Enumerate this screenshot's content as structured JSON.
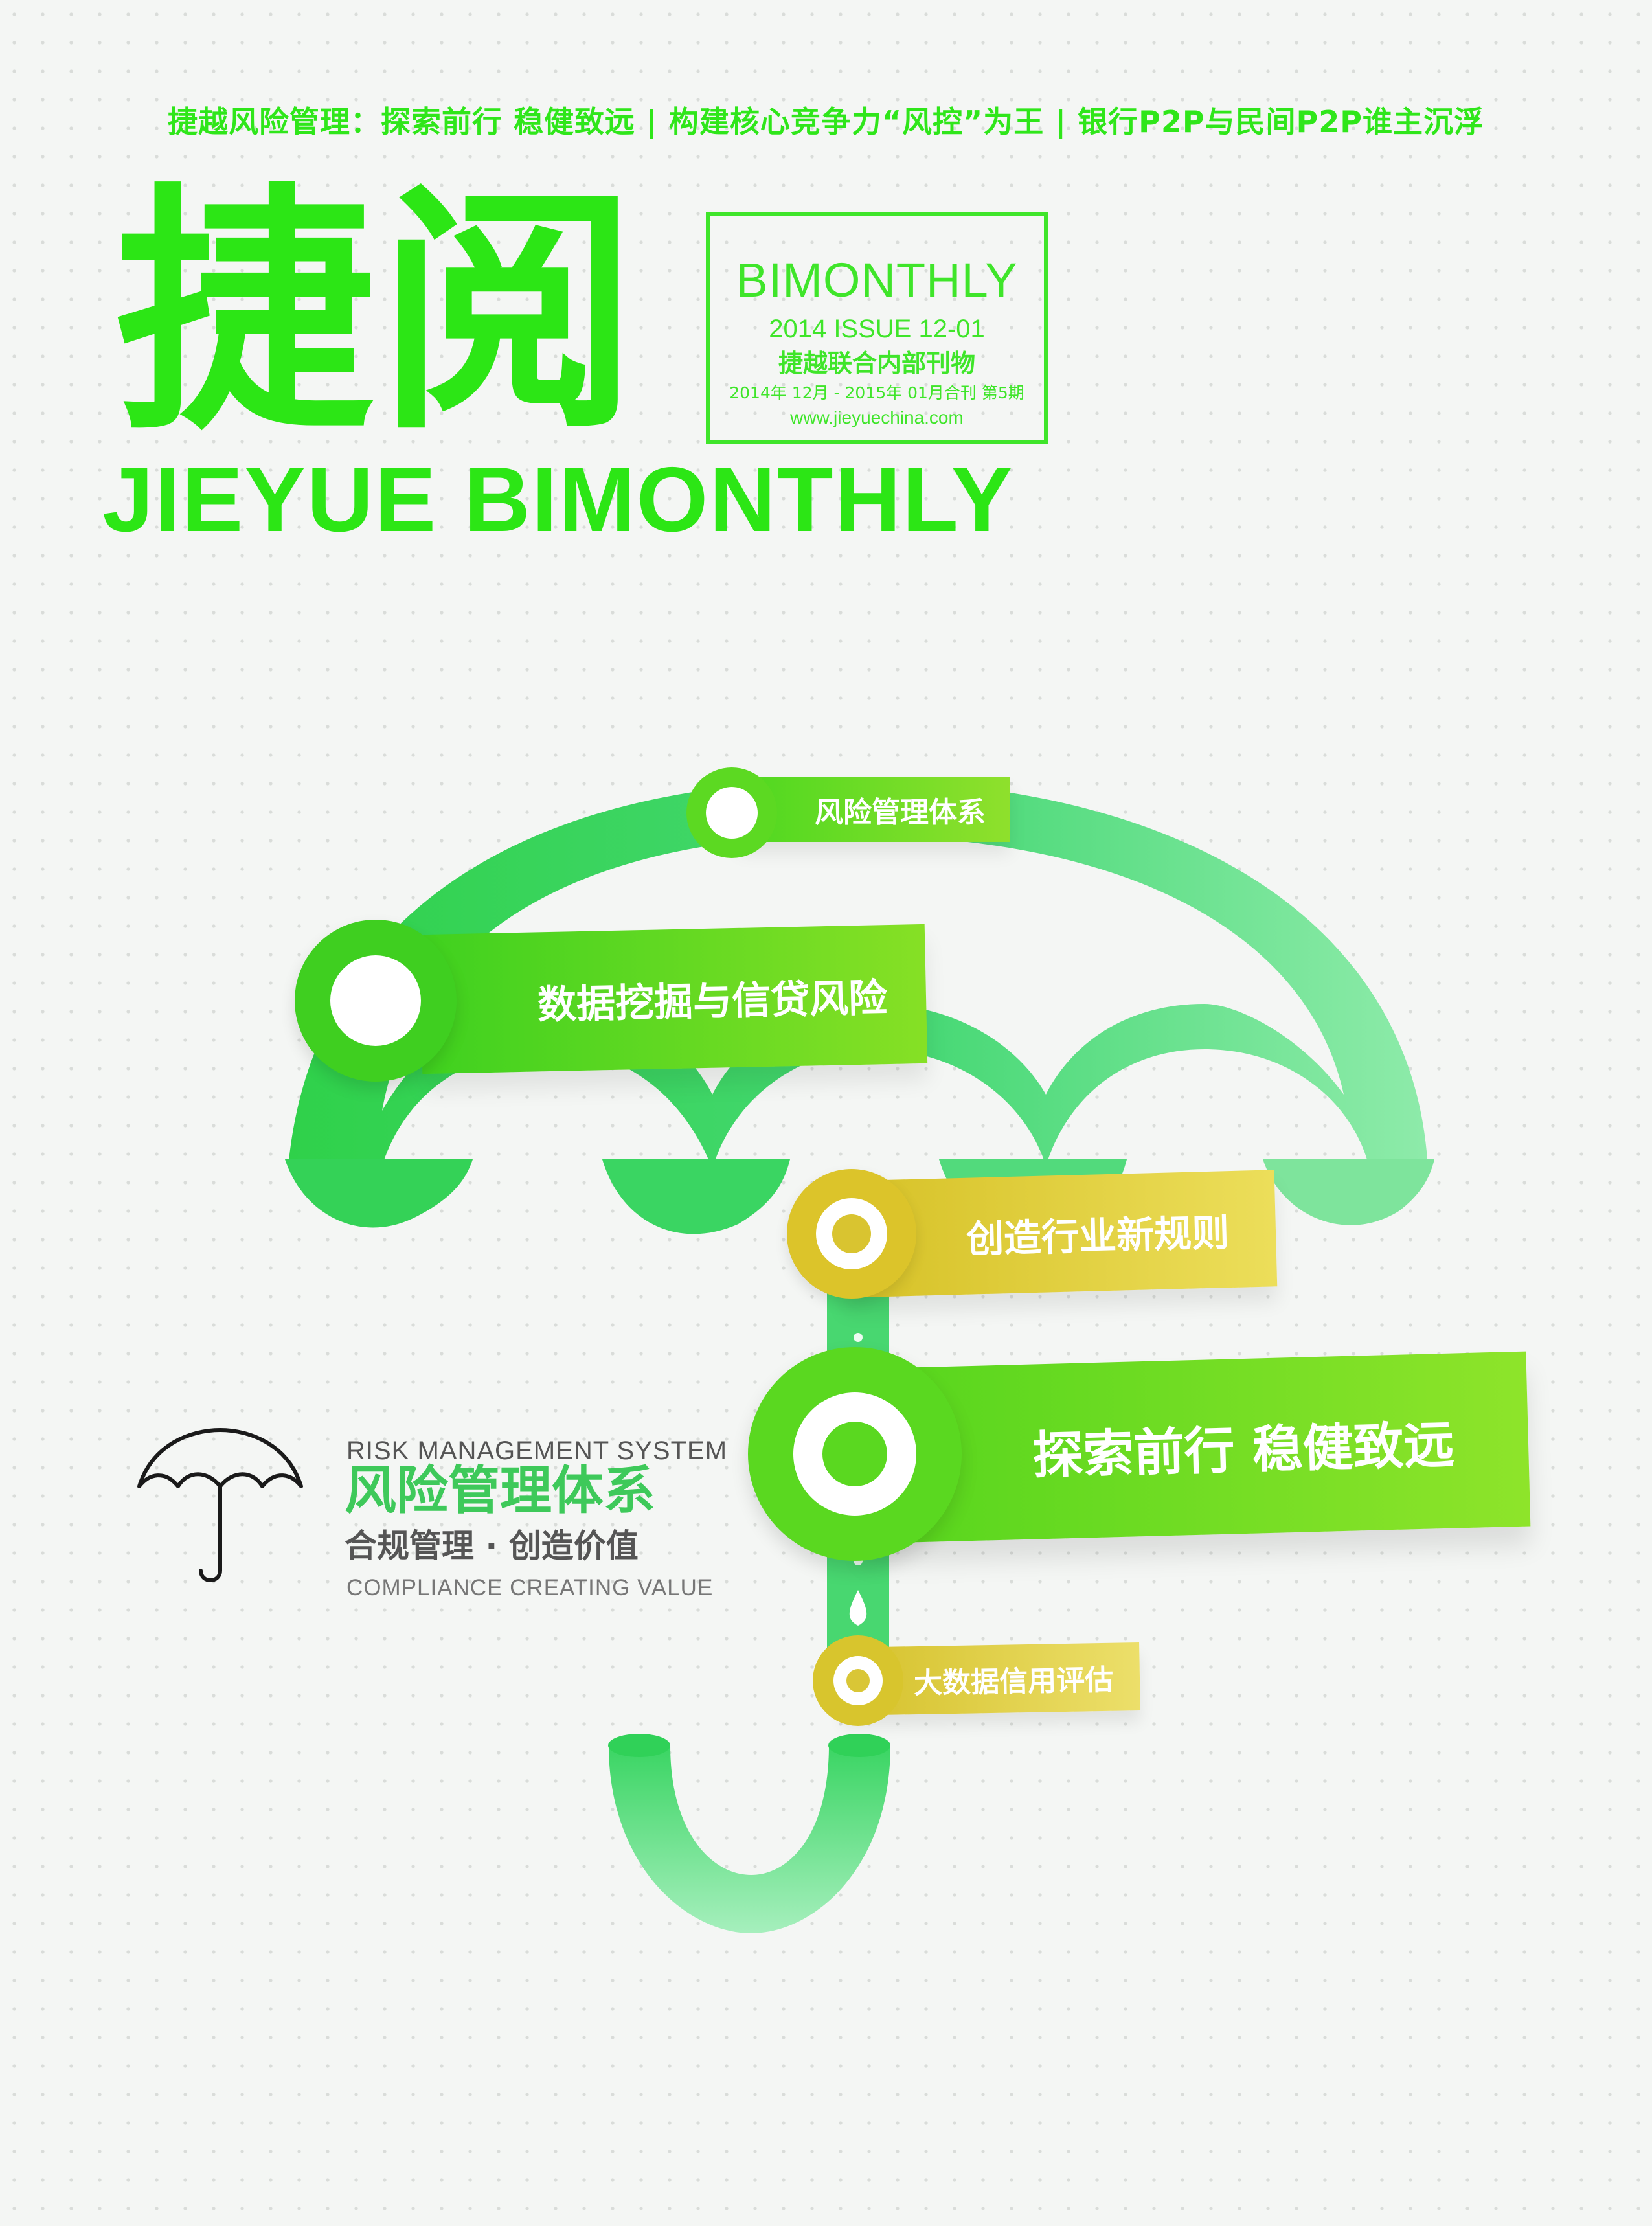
{
  "header": {
    "tagline": "捷越风险管理：探索前行  稳健致远  | 构建核心竞争力“风控”为王  |  银行P2P与民间P2P谁主沉浮",
    "masthead_cn": "捷阅",
    "masthead_en": "JIEYUE  BIMONTHLY"
  },
  "issue_box": {
    "title": "BIMONTHLY",
    "issue": "2014  ISSUE  12-01",
    "publisher": "捷越联合内部刊物",
    "dates": "2014年 12月 - 2015年 01月合刊  第5期",
    "url": "www.jieyuechina.com"
  },
  "diagram": {
    "items": [
      {
        "label": "风险管理体系"
      },
      {
        "label": "数据挖掘与信贷风险"
      },
      {
        "label": "创造行业新规则"
      },
      {
        "label": "探索前行 稳健致远"
      },
      {
        "label": "大数据信用评估"
      }
    ]
  },
  "legend": {
    "icon": "umbrella-icon",
    "en_title": "RISK MANAGEMENT SYSTEM",
    "cn_title": "风险管理体系",
    "cn_slogan": "合规管理 · 创造价值",
    "en_slogan": "COMPLIANCE CREATING VALUE"
  },
  "colors": {
    "brand_green": "#2ce615",
    "umbrella_green": "#3fd66a",
    "ribbon_green": "#62d91c",
    "ribbon_yellow": "#dccb33"
  }
}
